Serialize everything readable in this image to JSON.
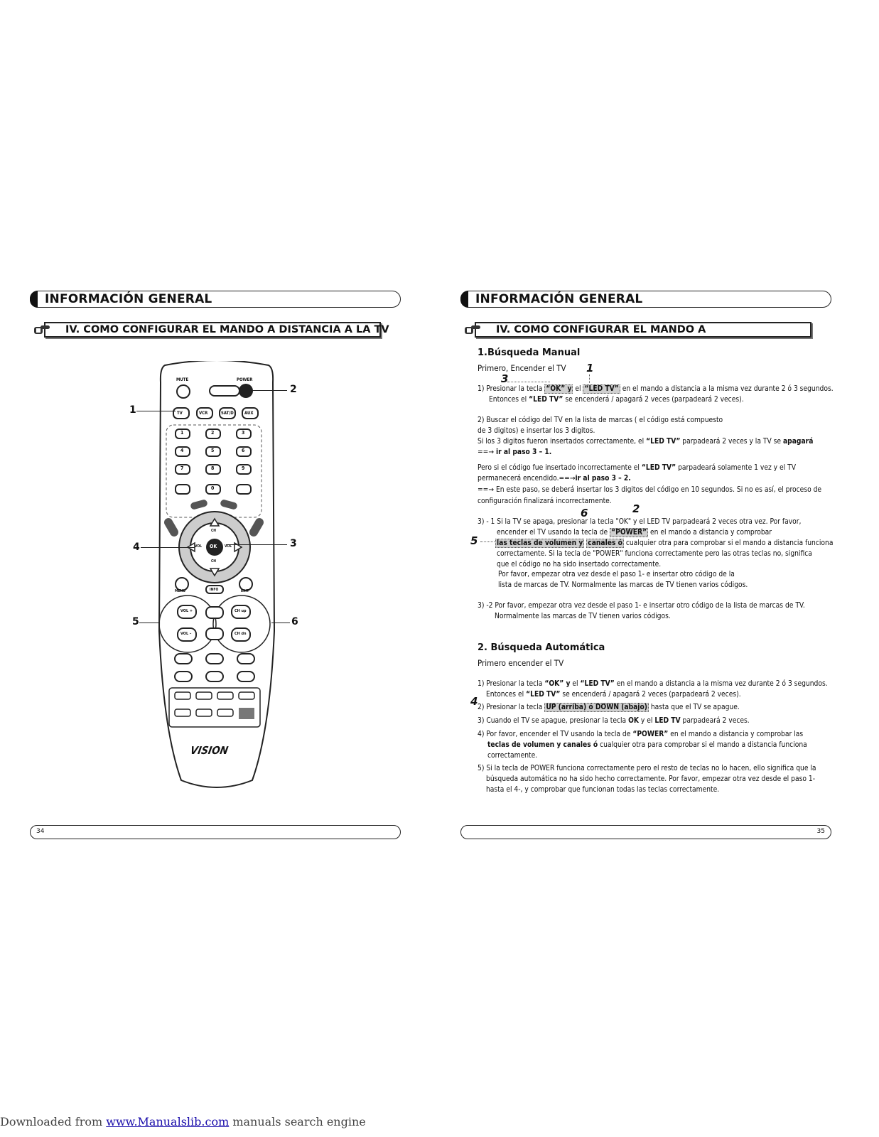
{
  "left": {
    "header": "INFORMACIÓN GENERAL",
    "section": "IV. COMO CONFIGURAR EL MANDO A DISTANCIA A LA TV",
    "page_number": "34",
    "callouts": [
      "1",
      "2",
      "3",
      "4",
      "5",
      "6"
    ],
    "remote": {
      "mute": "MUTE",
      "power": "POWER",
      "source_buttons": [
        "TV",
        "VCR",
        "SAT/D",
        "AUX"
      ],
      "digits": [
        "1",
        "2",
        "3",
        "4",
        "5",
        "6",
        "7",
        "8",
        "9",
        "0"
      ],
      "ok": "OK",
      "vol_left": "VOL",
      "vol_right": "VOL",
      "ch_up": "CH",
      "ch_down": "CH",
      "menu": "MENU",
      "info": "INFO",
      "exit": "EXIT",
      "vol_plus": "VOL +",
      "vol_minus": "VOL –",
      "ch_up_btn": "CH up",
      "ch_down_btn": "CH dn",
      "brand": "VISION"
    }
  },
  "right": {
    "header": "INFORMACIÓN GENERAL",
    "section": "IV. COMO CONFIGURAR EL MANDO A",
    "page_number": "35",
    "manual": {
      "title": "1.Búsqueda Manual",
      "intro": "Primero, Encender el TV",
      "step1_a": "1) Presionar la tecla",
      "step1_ok": "“OK” y",
      "step1_el": "el",
      "step1_led": "“LED TV”",
      "step1_b": "en el mando a distancia a la misma vez durante 2 ó 3 segundos.",
      "step1_c1": "Entonces el",
      "step1_c_led": "“LED TV”",
      "step1_c2": "se encenderá / apagará 2 veces (parpadeará 2 veces).",
      "step2_a": "2) Buscar el código del TV en la lista de marcas ( el código está compuesto",
      "step2_b": "de 3 digitos) e insertar los 3 digitos.",
      "step2_c1": "Si los 3 digitos fueron insertados correctamente, el",
      "step2_c_led": "“LED TV”",
      "step2_c2": "parpadeará 2 veces y la TV se",
      "step2_c_off": "apagará",
      "step2_d1": "==→",
      "step2_d2": "ir al paso 3 – 1.",
      "step2_e1": "Pero si el código fue insertado incorrectamente el",
      "step2_e_led": "“LED TV”",
      "step2_e2": "parpadeará solamente 1 vez y el TV",
      "step2_f1": "permanecerá encendido.==→",
      "step2_f2": "ir al paso 3 – 2.",
      "step2_g": "==→ En este paso, se deberá insertar los 3 digitos del código en 10 segundos. Si no es así, el proceso de",
      "step2_h": "configuración finalizará incorrectamente.",
      "step31_a": "3) - 1  Si la TV se apaga, presionar la tecla \"OK\" y el LED TV parpadeará 2 veces otra vez. Por favor,",
      "step31_b1": "encender el TV usando la tecla de",
      "step31_b_power": "“POWER”",
      "step31_b2": "en el mando a distancia y comprobar",
      "step31_c_vol": "las teclas de volumen y",
      "step31_c_ch": "canales ó",
      "step31_c2": "cualquier otra para comprobar si el mando a distancia funciona",
      "step31_d": "correctamente. Si la tecla de \"POWER\" funciona correctamente pero las otras teclas no, significa",
      "step31_e": "que el código no ha sido insertado correctamente.",
      "step31_f": "Por favor, empezar otra vez desde el paso 1- e insertar otro código de la",
      "step31_g": "lista de marcas de TV. Normalmente las marcas de TV tienen varios códigos.",
      "step32_a": "3) -2 Por favor, empezar otra vez desde el paso 1- e insertar otro código de la lista de marcas de TV.",
      "step32_b": "Normalmente las marcas de TV tienen varios códigos."
    },
    "auto": {
      "title": "2. Búsqueda Automática",
      "intro": "Primero encender el TV",
      "s1_a": "1) Presionar la tecla",
      "s1_ok": "“OK” y",
      "s1_el": "el",
      "s1_led": "“LED TV”",
      "s1_b": "en el mando a distancia a la misma vez durante 2 ó 3 segundos.",
      "s1_c1": "Entonces el",
      "s1_c_led": "“LED TV”",
      "s1_c2": "se encenderá / apagará 2 veces (parpadeará 2 veces).",
      "s2_a": "2) Presionar la tecla",
      "s2_key": "UP (arriba) ó DOWN (abajo)",
      "s2_b": "hasta que el TV se apague.",
      "s3_a": "3)  Cuando el TV se apague, presionar la tecla",
      "s3_ok": "OK",
      "s3_b": "y el",
      "s3_led": "LED TV",
      "s3_c": "parpadeará 2 veces.",
      "s4_a": "4)  Por favor, encender el TV usando la tecla de",
      "s4_power": "“POWER”",
      "s4_b": "en el mando a distancia y comprobar las",
      "s4_keys": "teclas de volumen y canales ó",
      "s4_c": "cualquier otra para comprobar si el mando a distancia funciona",
      "s4_d": "correctamente.",
      "s5_a": "5) Si la tecla de POWER funciona correctamente pero el resto de teclas no lo hacen, ello significa que la",
      "s5_b": "búsqueda automática no ha sido hecho correctamente. Por favor, empezar otra vez desde el paso 1-",
      "s5_c": "hasta el 4-, y comprobar que funcionan todas las teclas correctamente."
    },
    "markers": {
      "m1": "1",
      "m2": "2",
      "m3": "3",
      "m4": "4",
      "m5": "5",
      "m6": "6"
    }
  },
  "footer": {
    "prefix": "Downloaded from ",
    "link": "www.Manualslib.com",
    "suffix": " manuals search engine"
  }
}
